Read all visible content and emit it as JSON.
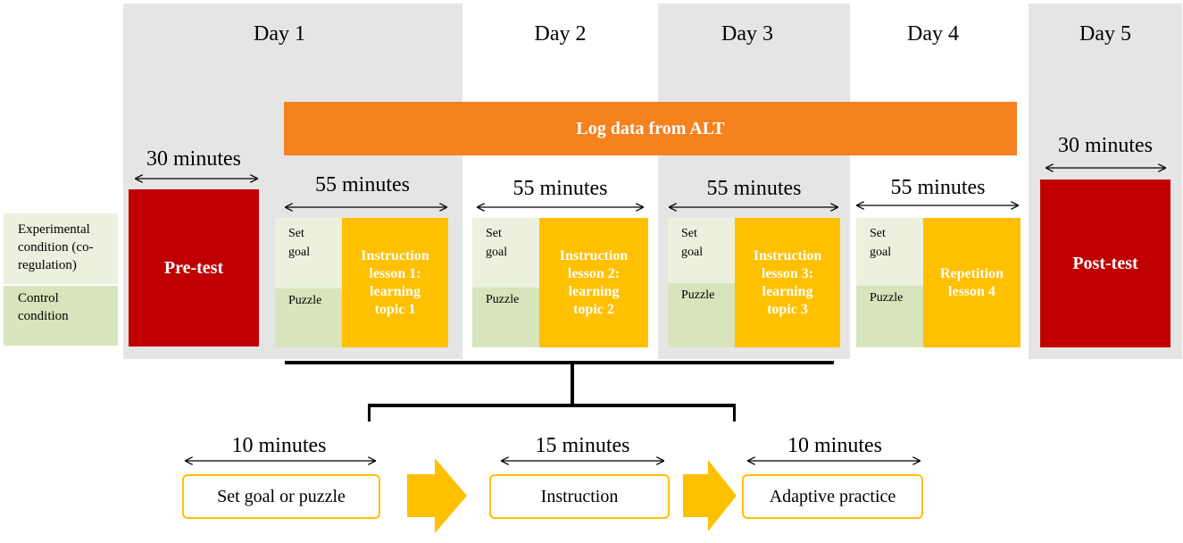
{
  "days": [
    "Day 1",
    "Day 2",
    "Day 3",
    "Day 4",
    "Day 5"
  ],
  "log_bar": "Log data from ALT",
  "legend": {
    "experimental": [
      "Experimental",
      "condition (co-",
      "regulation)"
    ],
    "control": [
      "Control",
      "condition"
    ]
  },
  "pretest": {
    "duration": "30 minutes",
    "label": "Pre-test"
  },
  "posttest": {
    "duration": "30 minutes",
    "label": "Post-test"
  },
  "sessions": [
    {
      "duration": "55 minutes",
      "set_goal": [
        "Set",
        "goal"
      ],
      "puzzle": "Puzzle",
      "lesson": [
        "Instruction",
        "lesson 1:",
        "learning",
        "topic 1"
      ]
    },
    {
      "duration": "55 minutes",
      "set_goal": [
        "Set",
        "goal"
      ],
      "puzzle": "Puzzle",
      "lesson": [
        "Instruction",
        "lesson 2:",
        "learning",
        "topic 2"
      ]
    },
    {
      "duration": "55 minutes",
      "set_goal": [
        "Set",
        "goal"
      ],
      "puzzle": "Puzzle",
      "lesson": [
        "Instruction",
        "lesson 3:",
        "learning",
        "topic 3"
      ]
    },
    {
      "duration": "55 minutes",
      "set_goal": [
        "Set",
        "goal"
      ],
      "puzzle": "Puzzle",
      "lesson": [
        "Repetition",
        "lesson 4"
      ]
    }
  ],
  "flow": [
    {
      "duration": "10 minutes",
      "label": "Set goal or puzzle"
    },
    {
      "duration": "15 minutes",
      "label": "Instruction"
    },
    {
      "duration": "10 minutes",
      "label": "Adaptive practice"
    }
  ],
  "colors": {
    "column_bg": "#e6e5e6",
    "log_bar": "#f5821f",
    "test_box": "#c00000",
    "lesson_box": "#ffc000",
    "set_goal": "#ebf1de",
    "puzzle": "#d8e4bc",
    "flow_arrow": "#ffc000"
  }
}
